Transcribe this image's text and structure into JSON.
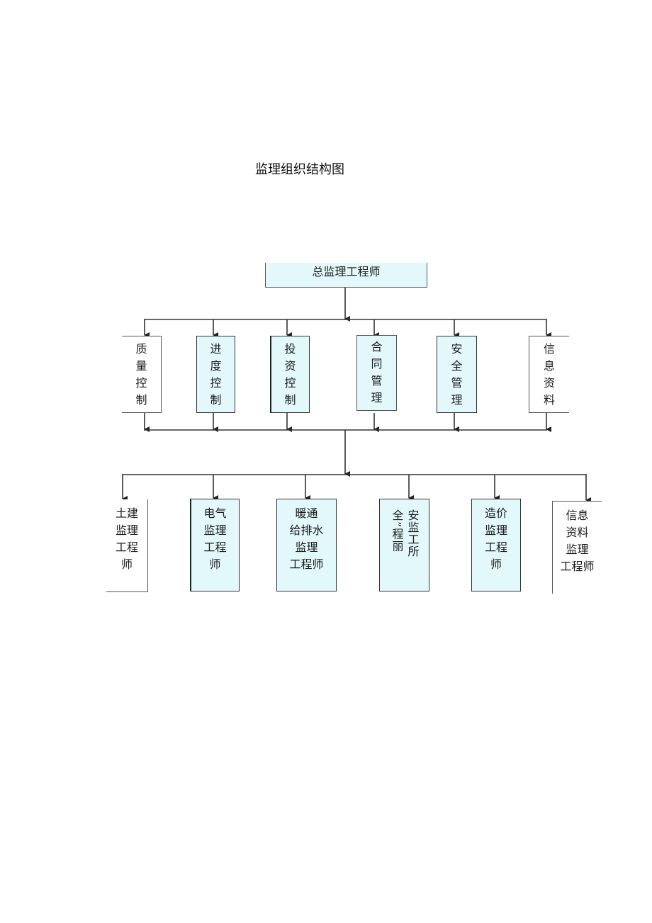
{
  "title": "监理组织结构图",
  "root": "总监理工程师",
  "level1": [
    {
      "chars": [
        "质",
        "量",
        "控",
        "制"
      ]
    },
    {
      "chars": [
        "进",
        "度",
        "控",
        "制"
      ]
    },
    {
      "chars": [
        "投",
        "资",
        "控",
        "制"
      ]
    },
    {
      "chars": [
        "合",
        "同",
        "管",
        "理"
      ]
    },
    {
      "chars": [
        "安",
        "全",
        "管",
        "理"
      ]
    },
    {
      "chars": [
        "信",
        "息",
        "资",
        "料"
      ]
    }
  ],
  "level2": [
    {
      "lines": [
        "土建",
        "监理",
        "工程",
        "师"
      ]
    },
    {
      "lines": [
        "电气",
        "监理",
        "工程",
        "师"
      ]
    },
    {
      "lines": [
        "暖通",
        "给排水",
        "监理",
        "工程师"
      ]
    },
    {
      "vertical_lines": [
        "全”程丽",
        "安监工所"
      ]
    },
    {
      "lines": [
        "造价",
        "监理",
        "工程",
        "师"
      ]
    },
    {
      "lines": [
        "信息",
        "资料",
        "监理",
        "工程师"
      ]
    }
  ],
  "colors": {
    "box_fill": "#e3f8fb",
    "line": "#333333"
  }
}
